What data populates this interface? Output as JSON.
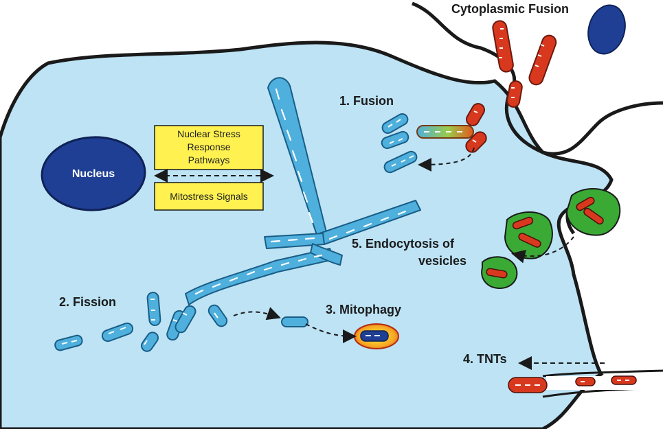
{
  "labels": {
    "cytoplasmic_fusion": "Cytoplasmic Fusion",
    "fusion": "1. Fusion",
    "fission": "2. Fission",
    "mitophagy": "3. Mitophagy",
    "tnts": "4. TNTs",
    "endocytosis_line1": "5. Endocytosis of",
    "endocytosis_line2": "vesicles",
    "nucleus": "Nucleus"
  },
  "boxes": {
    "nuclear_stress_line1": "Nuclear Stress",
    "nuclear_stress_line2": "Response",
    "nuclear_stress_line3": "Pathways",
    "mitostress": "Mitostress Signals"
  },
  "colors": {
    "cytoplasm": "#bde3f5",
    "outline": "#1a1a1a",
    "mito_blue": "#4fb0dd",
    "mito_red": "#d8391e",
    "nucleus": "#1f3f95",
    "box": "#fef150",
    "vesicle": "#3aaa35"
  }
}
